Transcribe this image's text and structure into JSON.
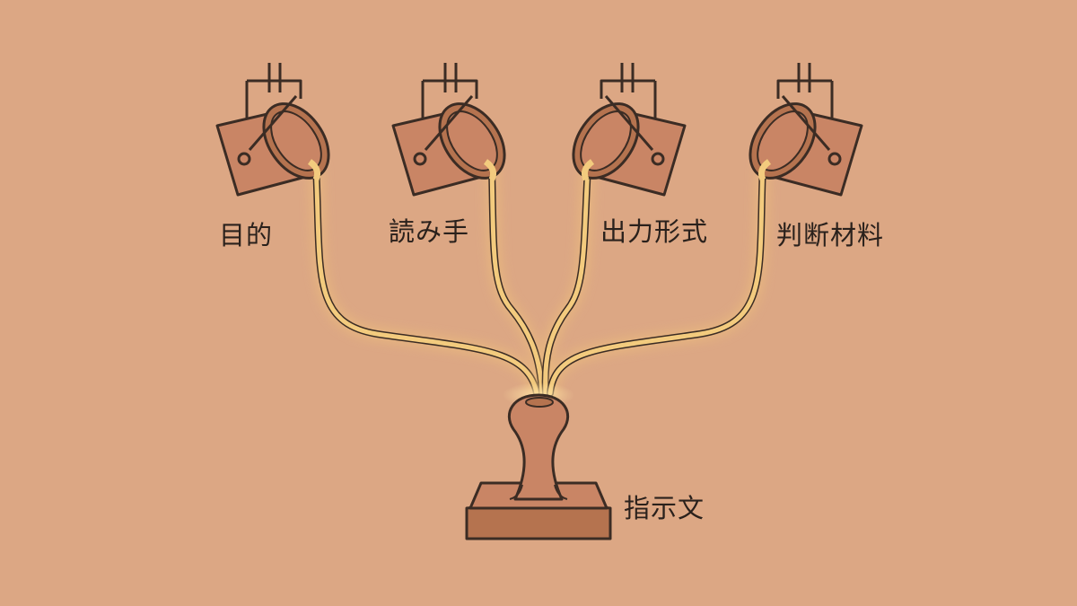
{
  "background_color": "#dca784",
  "accent_color": "#f3cb7e",
  "ladles": [
    {
      "label": "目的"
    },
    {
      "label": "読み手"
    },
    {
      "label": "出力形式"
    },
    {
      "label": "判断材料"
    }
  ],
  "stamp": {
    "label": "指示文",
    "icon": "rubber-stamp-icon"
  }
}
